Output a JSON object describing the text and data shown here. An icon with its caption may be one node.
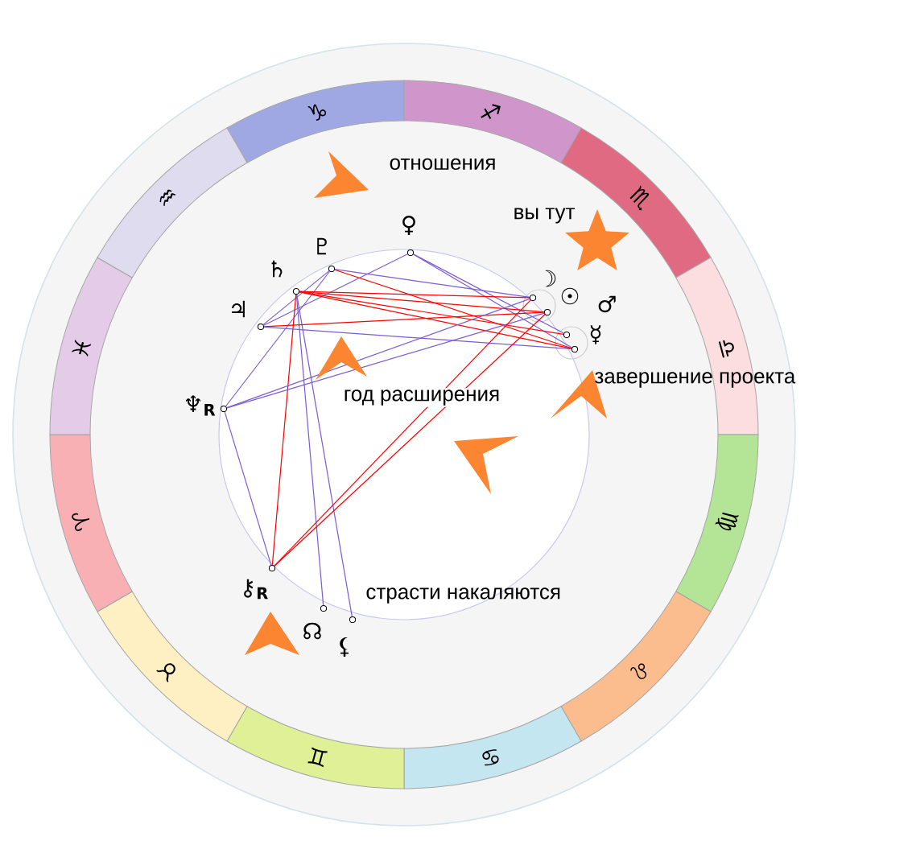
{
  "diagram": {
    "nodes": [
      {
        "text": [
          "♑"
        ]
      },
      {
        "text": [
          "♐"
        ]
      },
      {
        "text": [
          "♏"
        ]
      },
      {
        "text": [
          "♎"
        ]
      },
      {
        "text": [
          "♍"
        ]
      },
      {
        "text": [
          "♌"
        ]
      },
      {
        "text": [
          "♋"
        ]
      },
      {
        "text": [
          "♊"
        ]
      },
      {
        "text": [
          "♉"
        ]
      },
      {
        "text": [
          "♈"
        ]
      },
      {
        "text": [
          "♓"
        ]
      },
      {
        "text": [
          "♒"
        ]
      },
      {
        "text": [
          "♀"
        ]
      },
      {
        "text": [
          "♇"
        ]
      },
      {
        "text": [
          "♄"
        ]
      },
      {
        "text": [
          "♃"
        ]
      },
      {
        "text": [
          "♆$_{R}$"
        ]
      },
      {
        "text": [
          "☽"
        ]
      },
      {
        "text": [
          "☉"
        ]
      },
      {
        "text": [
          "♂"
        ]
      },
      {
        "text": [
          "☿"
        ]
      },
      {
        "text": [
          "⚷$_{R}$"
        ]
      },
      {
        "text": [
          "☊"
        ]
      },
      {
        "text": [
          "⚸"
        ]
      }
    ],
    "edges": [
      {
        "from": 12,
        "to": 15,
        "arrow": "none"
      },
      {
        "from": 12,
        "to": 19,
        "arrow": "none"
      },
      {
        "from": 12,
        "to": 20,
        "arrow": "none"
      },
      {
        "from": 13,
        "to": 17,
        "arrow": "none"
      },
      {
        "from": 13,
        "to": 16,
        "arrow": "none"
      },
      {
        "from": 13,
        "to": 15,
        "arrow": "none"
      },
      {
        "from": 13,
        "to": 20,
        "arrow": "none",
        "color": "#ff0000"
      },
      {
        "from": 14,
        "to": 17,
        "arrow": "none",
        "color": "#ff0000"
      },
      {
        "from": 14,
        "to": 18,
        "arrow": "none",
        "color": "#ff0000"
      },
      {
        "from": 14,
        "to": 19,
        "arrow": "none",
        "color": "#ff0000"
      },
      {
        "from": 14,
        "to": 20,
        "arrow": "none",
        "color": "#ff0000"
      },
      {
        "from": 14,
        "to": 21,
        "arrow": "none",
        "color": "#ff0000"
      },
      {
        "from": 14,
        "to": 22,
        "arrow": "none"
      },
      {
        "from": 14,
        "to": 23,
        "arrow": "none"
      },
      {
        "from": 15,
        "to": 18,
        "arrow": "none",
        "color": "#ff0000"
      },
      {
        "from": 15,
        "to": 20,
        "arrow": "none"
      },
      {
        "from": 16,
        "to": 17,
        "arrow": "none"
      },
      {
        "from": 16,
        "to": 18,
        "arrow": "none"
      },
      {
        "from": 16,
        "to": 21,
        "arrow": "none"
      },
      {
        "from": 21,
        "to": 17,
        "arrow": "none",
        "color": "#ff0000"
      },
      {
        "from": 21,
        "to": 18,
        "arrow": "none",
        "color": "#ff0000"
      }
    ],
    "labels": [
      "отношения",
      "вы тут",
      "завершение проекта",
      "год расширения",
      "страсти накаляются"
    ]
  }
}
